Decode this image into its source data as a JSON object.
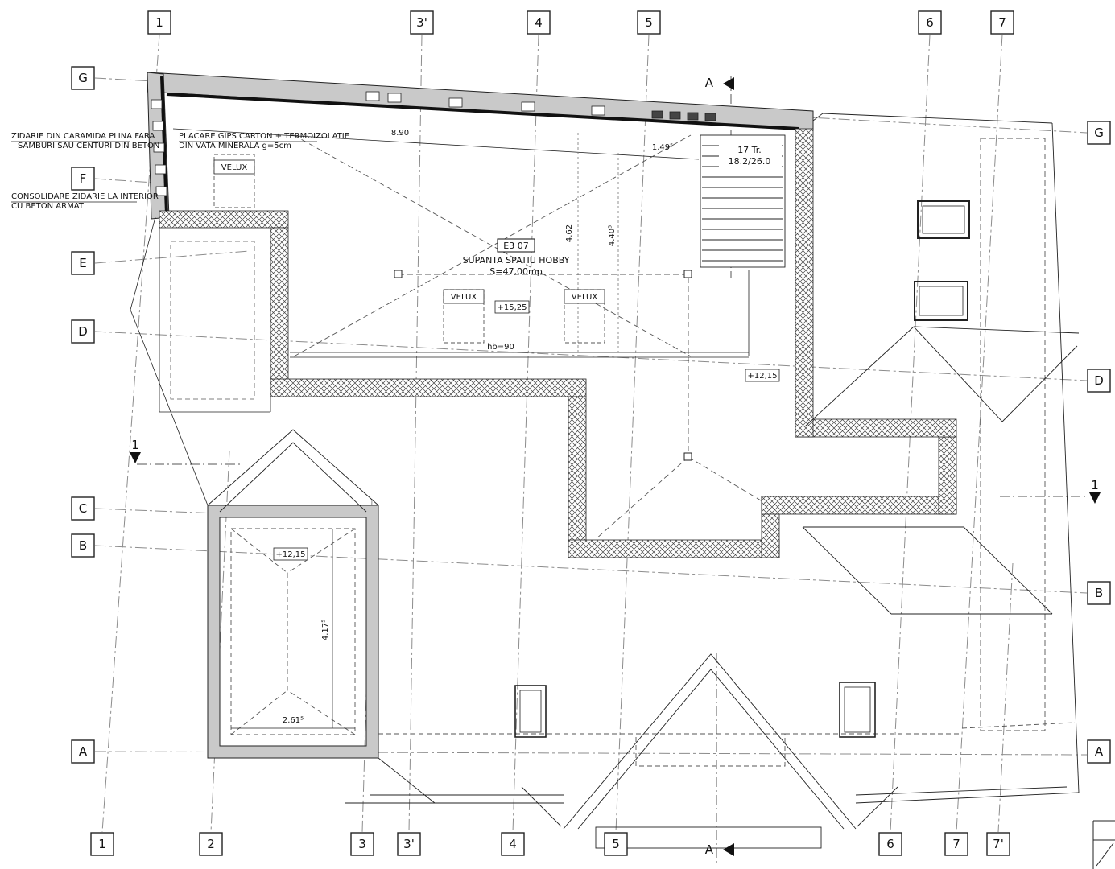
{
  "grid": {
    "top": [
      "1",
      "3'",
      "4",
      "5",
      "6",
      "7"
    ],
    "bottom": [
      "1",
      "2",
      "3",
      "3'",
      "4",
      "5",
      "6",
      "7",
      "7'"
    ],
    "left": [
      "G",
      "F",
      "E",
      "D",
      "C",
      "B",
      "A"
    ],
    "right": [
      "G",
      "D",
      "B",
      "A"
    ]
  },
  "annotations": {
    "zidarie_1": "ZIDARIE DIN CARAMIDA PLINA FARA",
    "zidarie_2": "SAMBURI SAU CENTURI DIN BETON",
    "placare_1": "PLACARE GIPS CARTON + TERMOIZOLATIE",
    "placare_2": "DIN VATA MINERALA g=5cm",
    "consolidare_1": "CONSOLIDARE ZIDARIE LA INTERIOR",
    "consolidare_2": "CU BETON ARMAT"
  },
  "room": {
    "code": "E3 07",
    "name": "SUPANTA SPATIU HOBBY",
    "area": "S=47,00mp"
  },
  "stair": {
    "line1": "17 Tr.",
    "line2": "18.2/26.0"
  },
  "velux": "VELUX",
  "levels": {
    "l1525": "+15,25",
    "l1215": "+12,15"
  },
  "dimensions": {
    "d890": "8.90",
    "d1495": "1.49⁵",
    "d462": "4.62",
    "d4405": "4.40⁵",
    "hb": "hb=90",
    "d4175": "4.17⁵",
    "d2615": "2.61⁵"
  },
  "sections": {
    "a": "A",
    "one": "1"
  },
  "colors": {
    "wall_fill": "#c9c9c9",
    "line": "#1a1a1a",
    "grid_line": "#8c8c8c"
  }
}
